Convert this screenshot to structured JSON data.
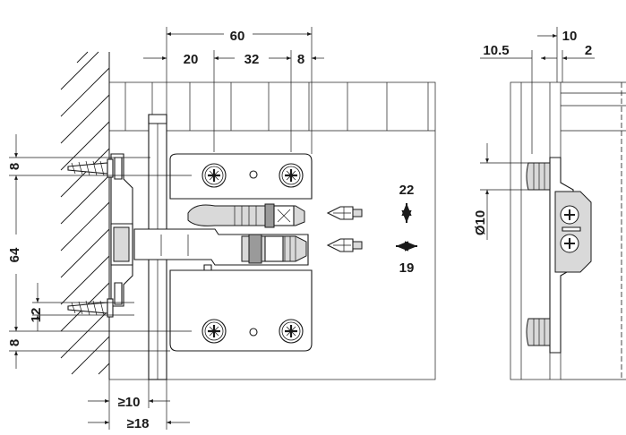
{
  "dimensions": {
    "top_overall": "60",
    "top_left": "20",
    "top_middle": "32",
    "top_right": "8",
    "left_top": "8",
    "left_total": "64",
    "left_small": "12",
    "left_bottom": "8",
    "bottom_min_a": "≥10",
    "bottom_min_b": "≥18",
    "adjust_vertical": "22",
    "adjust_horizontal": "19",
    "side_offset": "10.5",
    "side_top": "10",
    "side_small": "2",
    "side_diameter": "Ø10"
  },
  "icons": {
    "vertical_adjust": "up-down-arrow-icon",
    "horizontal_adjust": "left-right-arrow-icon",
    "screwdriver": "phillips-screwdriver-icon",
    "screw": "phillips-screw-icon"
  }
}
